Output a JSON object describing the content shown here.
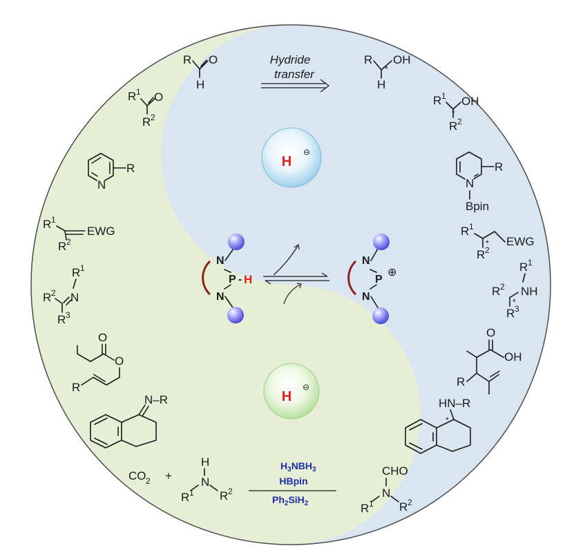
{
  "arrow_top": {
    "line1": "Hydride",
    "line2": "transfer"
  },
  "hydride": {
    "symbol": "H",
    "charge": "⊖"
  },
  "catalyst": {
    "n": "N",
    "p": "P",
    "h": "H",
    "dash": "-",
    "cation_charge": "⊕"
  },
  "reagents": {
    "r1": "H",
    "r1_s1": "3",
    "r1_m": "NBH",
    "r1_s2": "3",
    "r2": "HBpin",
    "r3": "Ph",
    "r3_s1": "2",
    "r3_m": "SiH",
    "r3_s2": "2"
  },
  "labels": {
    "R": "R",
    "O": "O",
    "H": "H",
    "OH": "OH",
    "N": "N",
    "NH": "NH",
    "R1": "1",
    "R2": "2",
    "R3": "3",
    "EWG": "EWG",
    "Bpin": "Bpin",
    "star": "*",
    "HN_R": "HN–R",
    "N_R": "N–R",
    "CO": "CO",
    "CO_sub": "2",
    "plus": "+",
    "CHO": "CHO"
  },
  "colors": {
    "left_bg": "#e6eed5",
    "right_bg": "#d9e5f1",
    "border": "#4a4a4a",
    "ligand_arc": "#8c1d1d",
    "sphere": "#6e6ef2",
    "reagent_text": "#1f2fa8",
    "hydride_text": "#e0201c"
  }
}
